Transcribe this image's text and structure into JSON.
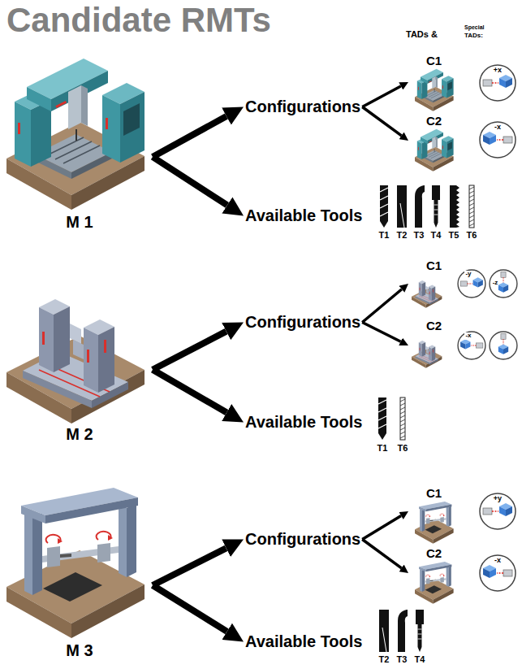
{
  "diagram": {
    "title": "Candidate RMTs",
    "nodes": [
      {
        "text": [
          "M 1"
        ]
      },
      {
        "text": [
          "Configurations"
        ]
      },
      {
        "text": [
          "C1"
        ]
      },
      {
        "text": [
          "C2"
        ]
      },
      {
        "text": [
          "Available Tools"
        ]
      },
      {
        "text": [
          "M 2"
        ]
      },
      {
        "text": [
          "Configurations"
        ]
      },
      {
        "text": [
          "C1"
        ]
      },
      {
        "text": [
          "C2"
        ]
      },
      {
        "text": [
          "Available Tools"
        ]
      },
      {
        "text": [
          "M 3"
        ]
      },
      {
        "text": [
          "Configurations"
        ]
      },
      {
        "text": [
          "C1"
        ]
      },
      {
        "text": [
          "C2"
        ]
      },
      {
        "text": [
          "Available Tools"
        ]
      }
    ],
    "edges": [
      {
        "from": 0,
        "to": 1,
        "arrow": "to"
      },
      {
        "from": 0,
        "to": 4,
        "arrow": "to"
      },
      {
        "from": 1,
        "to": 2,
        "arrow": "to"
      },
      {
        "from": 1,
        "to": 3,
        "arrow": "to"
      },
      {
        "from": 5,
        "to": 6,
        "arrow": "to"
      },
      {
        "from": 5,
        "to": 9,
        "arrow": "to"
      },
      {
        "from": 6,
        "to": 7,
        "arrow": "to"
      },
      {
        "from": 6,
        "to": 8,
        "arrow": "to"
      },
      {
        "from": 10,
        "to": 11,
        "arrow": "to"
      },
      {
        "from": 10,
        "to": 14,
        "arrow": "to"
      },
      {
        "from": 11,
        "to": 12,
        "arrow": "to"
      },
      {
        "from": 11,
        "to": 13,
        "arrow": "to"
      }
    ],
    "labels": [
      "TADs &",
      "Special",
      "TADs:",
      "T1",
      "T2",
      "T3",
      "T4",
      "T5",
      "T6",
      "T1",
      "T6",
      "T2",
      "T3",
      "T4",
      "+x",
      "-x",
      "-y",
      "-z",
      "-x",
      "+y",
      "-x"
    ]
  }
}
